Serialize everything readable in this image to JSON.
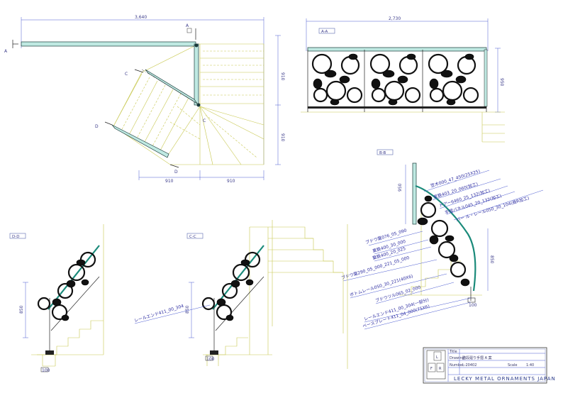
{
  "plan": {
    "dims": {
      "overall_width": "3,640",
      "right_width_1": "910",
      "right_width_2": "910",
      "bottom_left": "910",
      "bottom_right": "910"
    },
    "marks": {
      "a_left": "A",
      "a_right": "A",
      "c": "C",
      "c2": "C",
      "d": "D",
      "d2": "D"
    }
  },
  "elevation_aa": {
    "label": "A-A",
    "width": "2,730",
    "height": "950"
  },
  "elevation_bb": {
    "label": "B-B",
    "height_top": "950",
    "height_side": "850",
    "base": "100",
    "callouts": [
      "笠木000_47_450(25X25)",
      "束鉄403_20_060(加工)",
      "ドアー6460_25_132(加工)",
      "手摺パネル045_20_132(加工)",
      "バー ル・レール050_30_104(曲R加工)",
      "ブドウ葉076_05_090",
      "東鉄400_30_000",
      "葉鉄400_20_025",
      "ブドウ葉290_05_000_221_05_000",
      "ボトムレール050_30_221(40X6)",
      "ブドウツル065_02_000",
      "レールエンド411_00_304(一部分)",
      "ベースプレート411_04_000(75X6)"
    ]
  },
  "elevation_dd": {
    "label": "D-D",
    "height": "850",
    "base": "100"
  },
  "elevation_cc": {
    "label": "C-C",
    "height": "850",
    "base": "100",
    "callout": "レールエンド411_00_304"
  },
  "title_block": {
    "row1_label": "Title",
    "row2_label": "Drawing",
    "row2_value": "階段廻り手摺 A 案",
    "row3_label": "Number",
    "row3_value": "L-20402",
    "row3_scale_label": "Scale",
    "row3_scale": "1:40",
    "logo_letters": [
      "L",
      "F",
      "R"
    ],
    "company": "LECKY METAL ORNAMENTS JAPAN"
  }
}
